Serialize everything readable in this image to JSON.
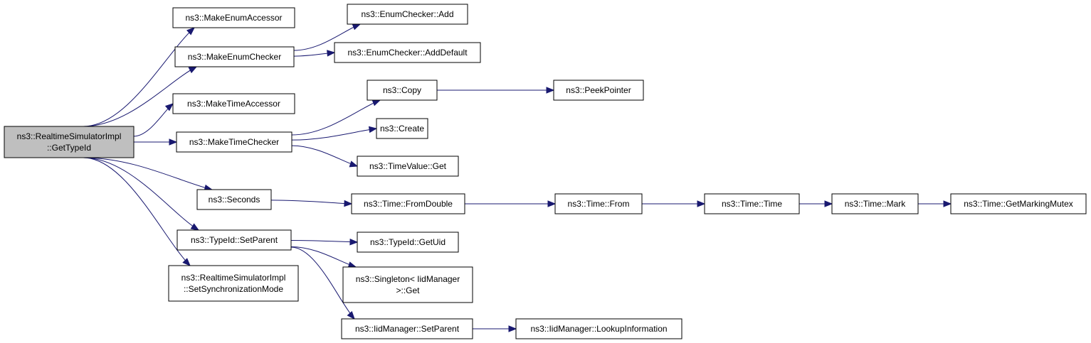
{
  "graph": {
    "nodes": [
      {
        "id": "root",
        "lines": [
          "ns3::RealtimeSimulatorImpl",
          "::GetTypeId"
        ],
        "root": true
      },
      {
        "id": "makeEnumAccessor",
        "lines": [
          "ns3::MakeEnumAccessor"
        ]
      },
      {
        "id": "makeEnumChecker",
        "lines": [
          "ns3::MakeEnumChecker"
        ]
      },
      {
        "id": "makeTimeAccessor",
        "lines": [
          "ns3::MakeTimeAccessor"
        ]
      },
      {
        "id": "makeTimeChecker",
        "lines": [
          "ns3::MakeTimeChecker"
        ]
      },
      {
        "id": "seconds",
        "lines": [
          "ns3::Seconds"
        ]
      },
      {
        "id": "setParent",
        "lines": [
          "ns3::TypeId::SetParent"
        ]
      },
      {
        "id": "setSyncMode",
        "lines": [
          "ns3::RealtimeSimulatorImpl",
          "::SetSynchronizationMode"
        ]
      },
      {
        "id": "enumAdd",
        "lines": [
          "ns3::EnumChecker::Add"
        ]
      },
      {
        "id": "enumAddDefault",
        "lines": [
          "ns3::EnumChecker::AddDefault"
        ]
      },
      {
        "id": "copy",
        "lines": [
          "ns3::Copy"
        ]
      },
      {
        "id": "create",
        "lines": [
          "ns3::Create"
        ]
      },
      {
        "id": "timeValueGet",
        "lines": [
          "ns3::TimeValue::Get"
        ]
      },
      {
        "id": "peekPointer",
        "lines": [
          "ns3::PeekPointer"
        ]
      },
      {
        "id": "fromDouble",
        "lines": [
          "ns3::Time::FromDouble"
        ]
      },
      {
        "id": "timeFrom",
        "lines": [
          "ns3::Time::From"
        ]
      },
      {
        "id": "timeTime",
        "lines": [
          "ns3::Time::Time"
        ]
      },
      {
        "id": "timeMark",
        "lines": [
          "ns3::Time::Mark"
        ]
      },
      {
        "id": "markingMutex",
        "lines": [
          "ns3::Time::GetMarkingMutex"
        ]
      },
      {
        "id": "getUid",
        "lines": [
          "ns3::TypeId::GetUid"
        ]
      },
      {
        "id": "singletonGet",
        "lines": [
          "ns3::Singleton< IidManager",
          " >::Get"
        ]
      },
      {
        "id": "iidSetParent",
        "lines": [
          "ns3::IidManager::SetParent"
        ]
      },
      {
        "id": "lookupInfo",
        "lines": [
          "ns3::IidManager::LookupInformation"
        ]
      }
    ],
    "edges": [
      [
        "root",
        "makeEnumAccessor"
      ],
      [
        "root",
        "makeEnumChecker"
      ],
      [
        "root",
        "makeTimeAccessor"
      ],
      [
        "root",
        "makeTimeChecker"
      ],
      [
        "root",
        "seconds"
      ],
      [
        "root",
        "setParent"
      ],
      [
        "root",
        "setSyncMode"
      ],
      [
        "makeEnumChecker",
        "enumAdd"
      ],
      [
        "makeEnumChecker",
        "enumAddDefault"
      ],
      [
        "makeTimeChecker",
        "copy"
      ],
      [
        "makeTimeChecker",
        "create"
      ],
      [
        "makeTimeChecker",
        "timeValueGet"
      ],
      [
        "copy",
        "peekPointer"
      ],
      [
        "seconds",
        "fromDouble"
      ],
      [
        "fromDouble",
        "timeFrom"
      ],
      [
        "timeFrom",
        "timeTime"
      ],
      [
        "timeTime",
        "timeMark"
      ],
      [
        "timeMark",
        "markingMutex"
      ],
      [
        "setParent",
        "getUid"
      ],
      [
        "setParent",
        "singletonGet"
      ],
      [
        "setParent",
        "iidSetParent"
      ],
      [
        "iidSetParent",
        "lookupInfo"
      ]
    ],
    "colors": {
      "edge": "#191970",
      "root_fill": "#bfbfbf",
      "node_fill": "#ffffff",
      "border": "#000000"
    }
  }
}
